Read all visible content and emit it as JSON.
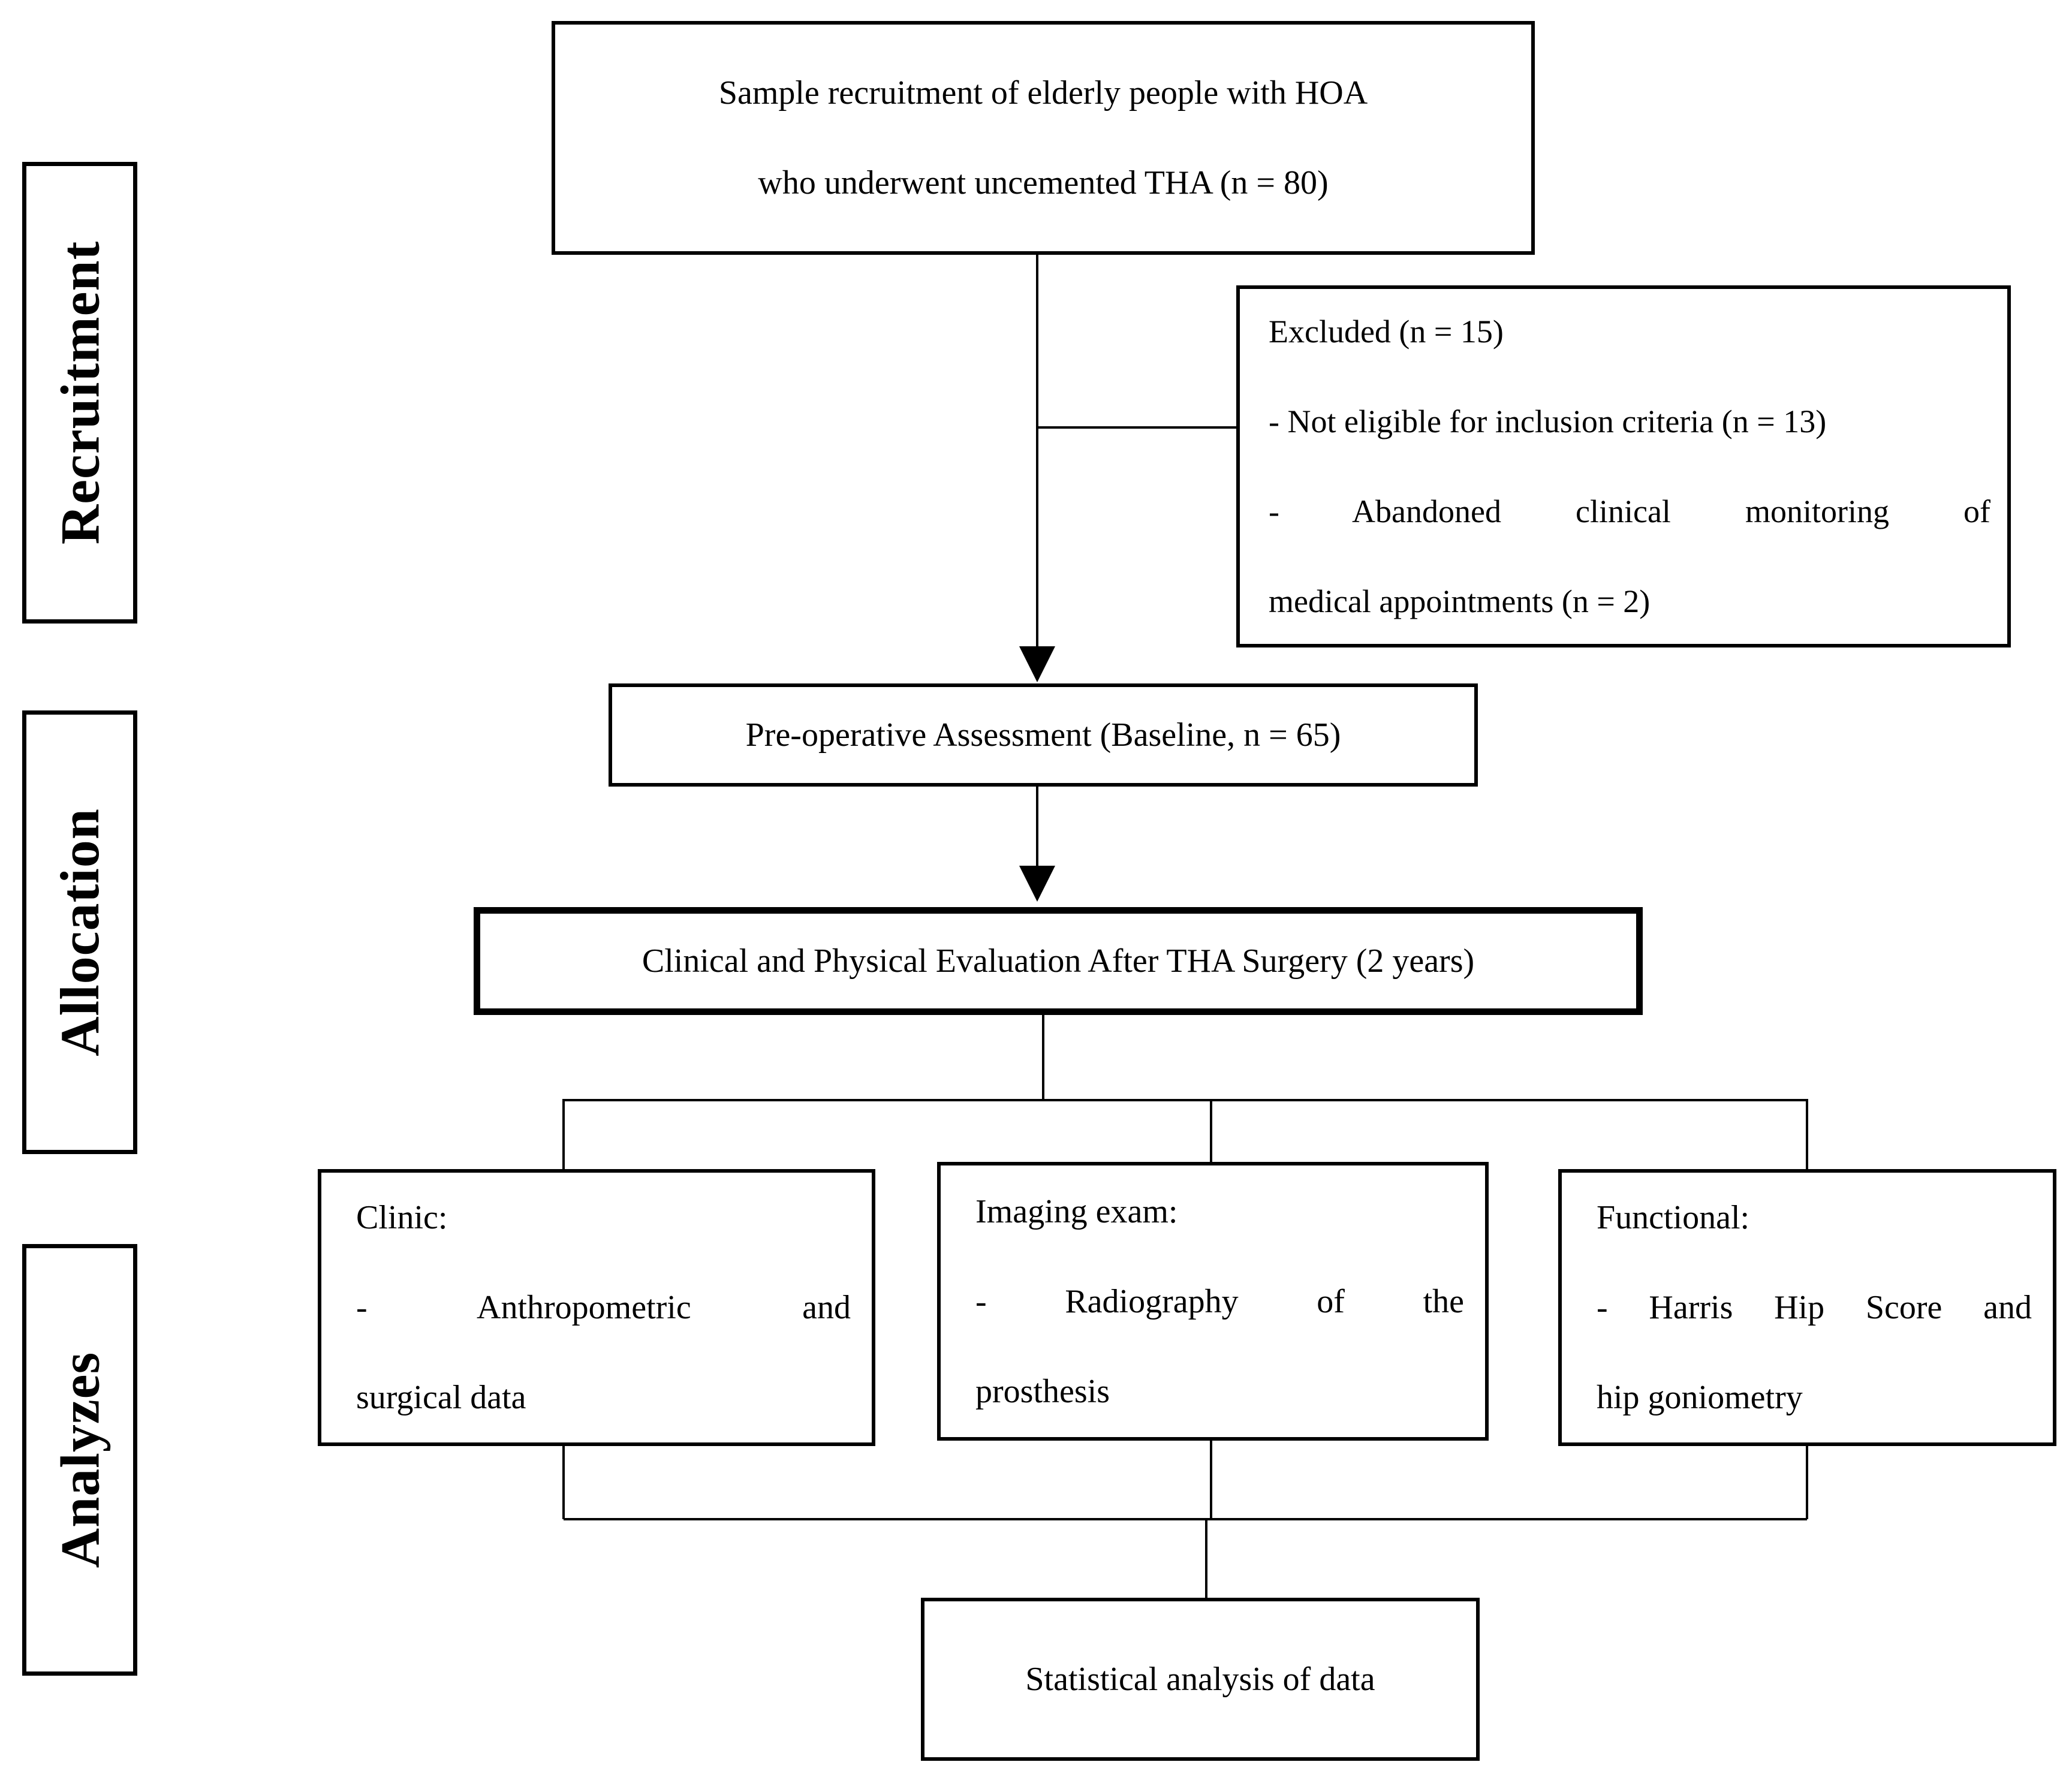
{
  "colors": {
    "ink": "#000000",
    "background": "#ffffff"
  },
  "stages": [
    {
      "label": "Recruitment"
    },
    {
      "label": "Allocation"
    },
    {
      "label": "Analyzes"
    }
  ],
  "boxes": {
    "recruitment_sample": {
      "lines": [
        "Sample recruitment of elderly people with HOA",
        "who underwent uncemented THA (n = 80)"
      ]
    },
    "excluded": {
      "lines": [
        "Excluded (n = 15)",
        "- Not eligible for inclusion criteria (n = 13)",
        "- Abandoned clinical monitoring of",
        "medical appointments (n = 2)"
      ]
    },
    "preop": {
      "text": "Pre-operative Assessment (Baseline, n = 65)"
    },
    "evaluation": {
      "text": "Clinical and Physical Evaluation After THA Surgery (2 years)"
    },
    "clinic": {
      "lines": [
        "Clinic:",
        "- Anthropometric and",
        "surgical data"
      ]
    },
    "imaging": {
      "lines": [
        "Imaging exam:",
        "- Radiography of the",
        "prosthesis"
      ]
    },
    "functional": {
      "lines": [
        "Functional:",
        "- Harris Hip Score and",
        "hip goniometry"
      ]
    },
    "statistics": {
      "text": "Statistical analysis of data"
    }
  }
}
